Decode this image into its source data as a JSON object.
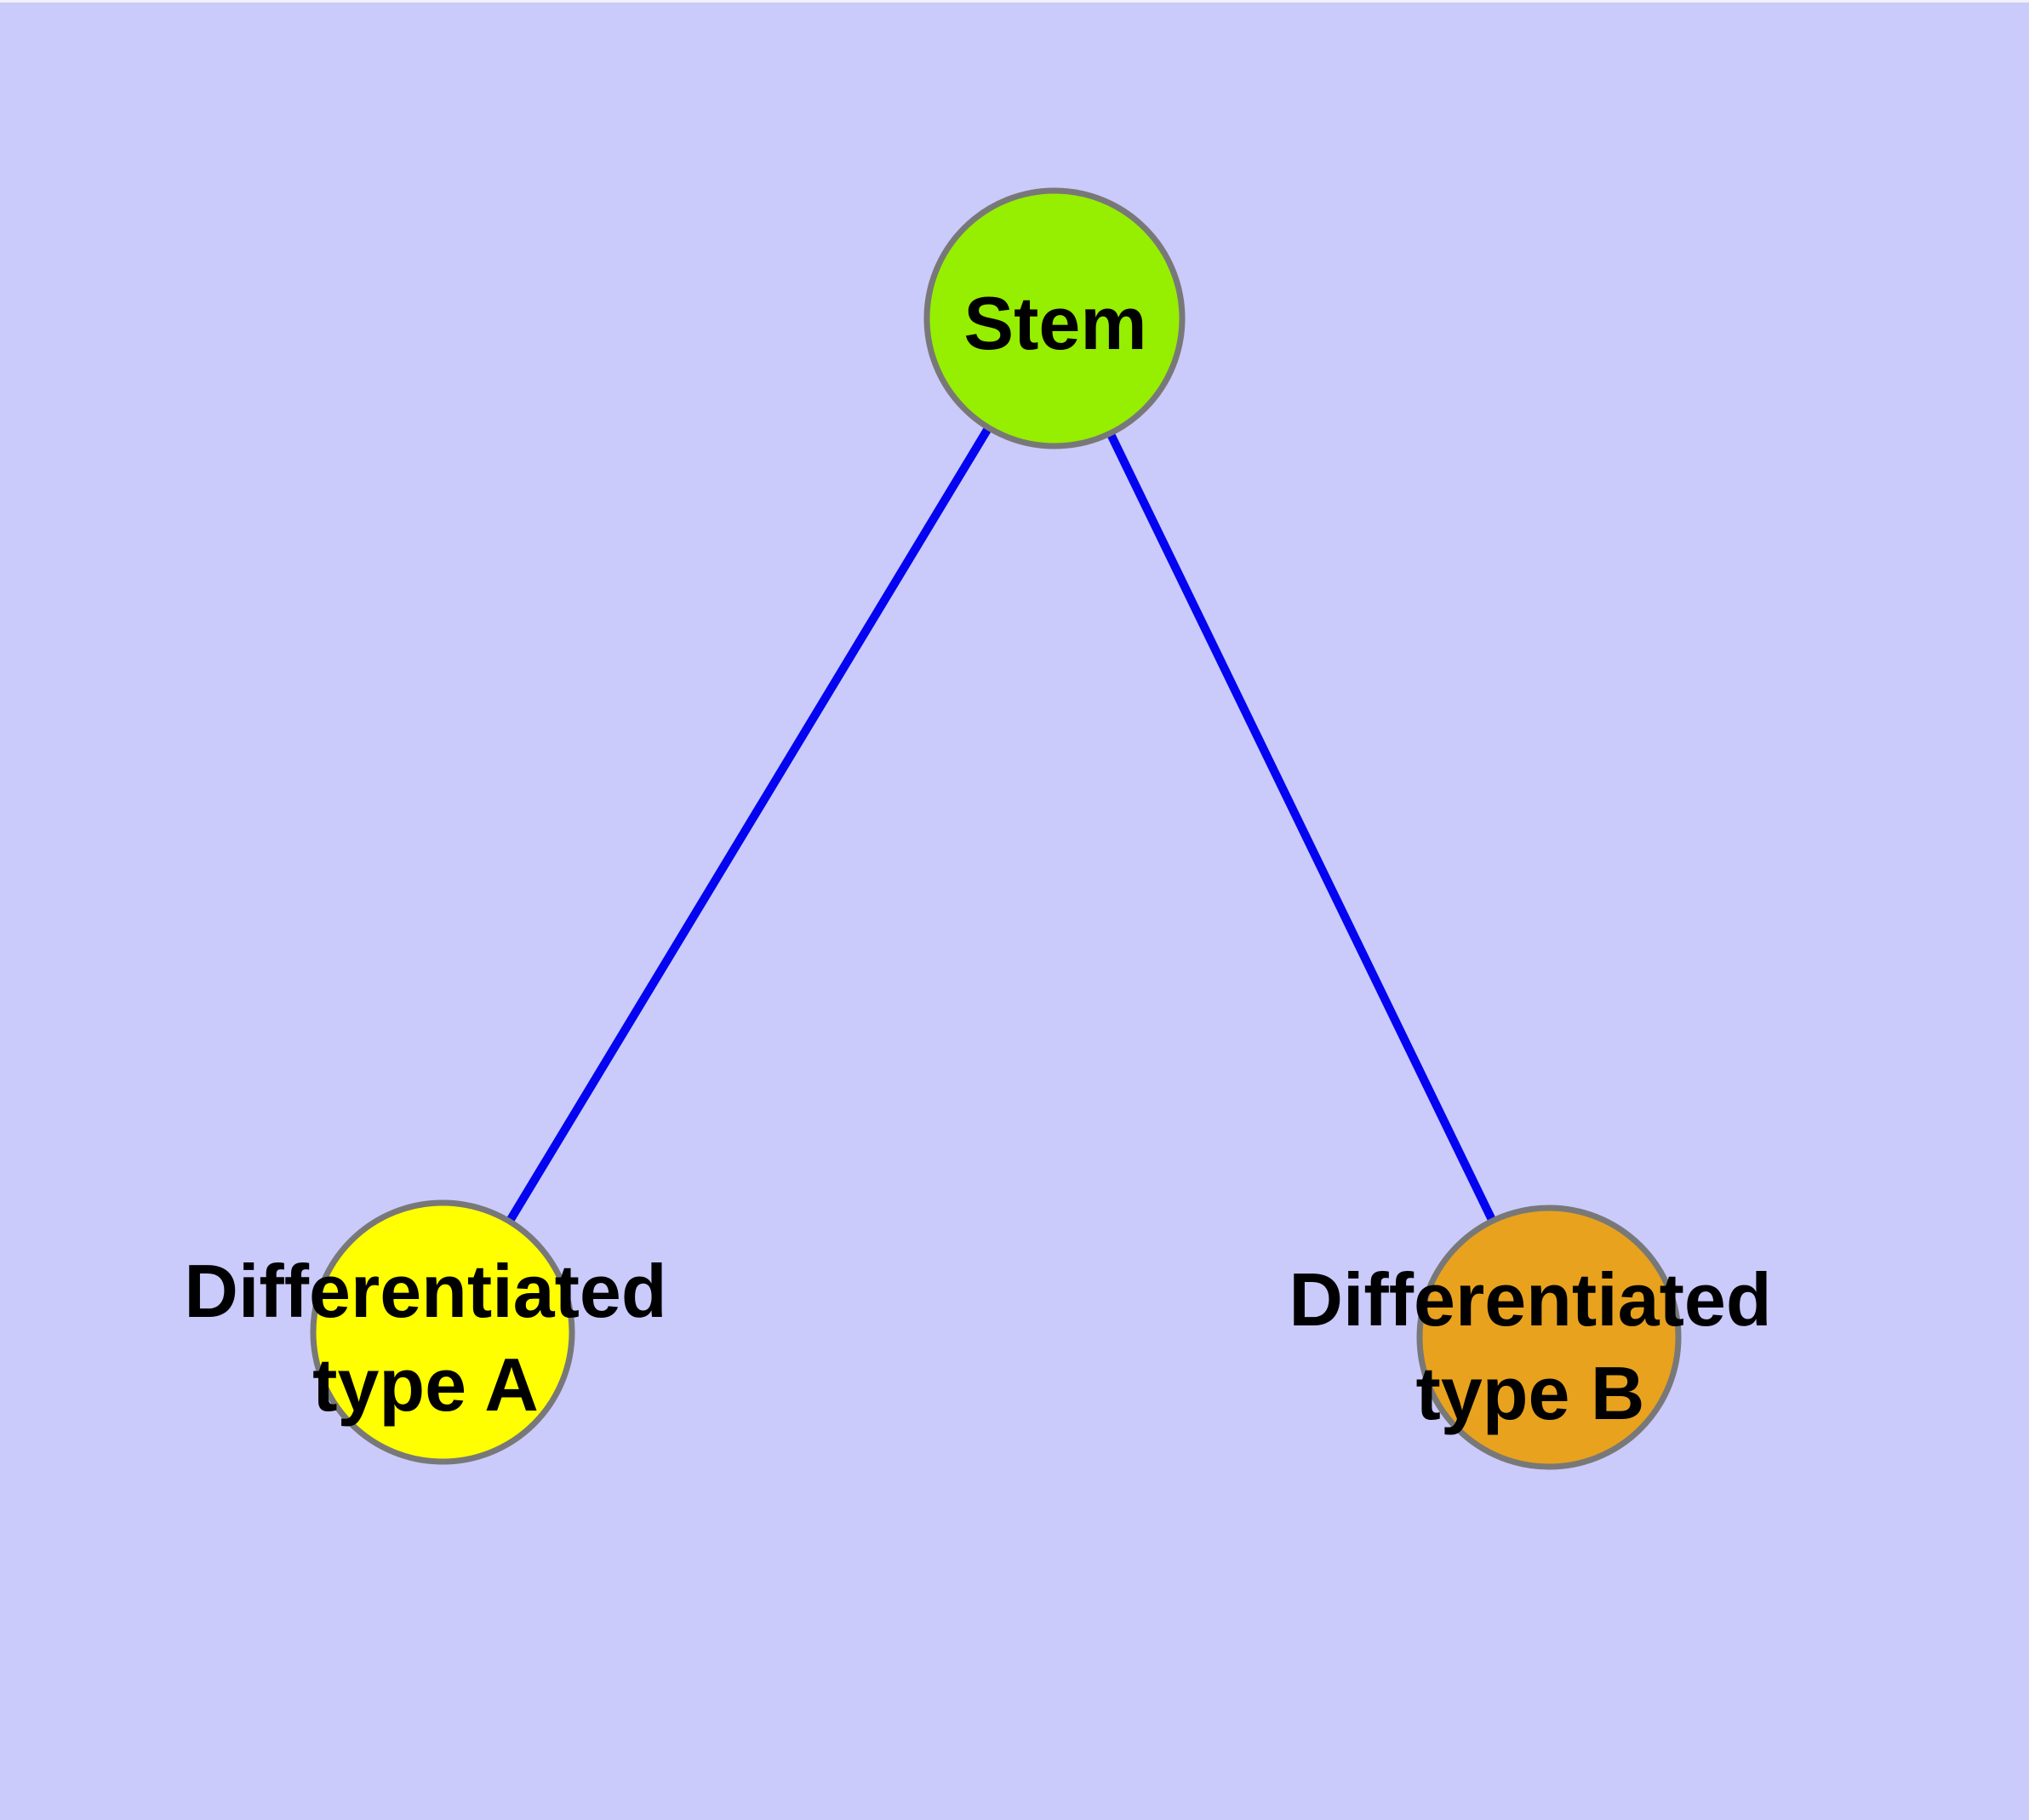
{
  "diagram": {
    "background_color": "#CACAFB",
    "edge_color": "#0404F0",
    "node_border_color": "#787878",
    "text_color": "#000000",
    "nodes": [
      {
        "id": "stem",
        "label": "Stem",
        "fill": "#96EE00"
      },
      {
        "id": "type-a",
        "label_line1": "Differentiated",
        "label_line2": "type A",
        "fill": "#FFFF00"
      },
      {
        "id": "type-b",
        "label_line1": "Differentiated",
        "label_line2": "type B",
        "fill": "#E8A21E"
      }
    ],
    "edges": [
      {
        "from": "Stem",
        "to": "Differentiated type A"
      },
      {
        "from": "Stem",
        "to": "Differentiated type B"
      }
    ]
  }
}
